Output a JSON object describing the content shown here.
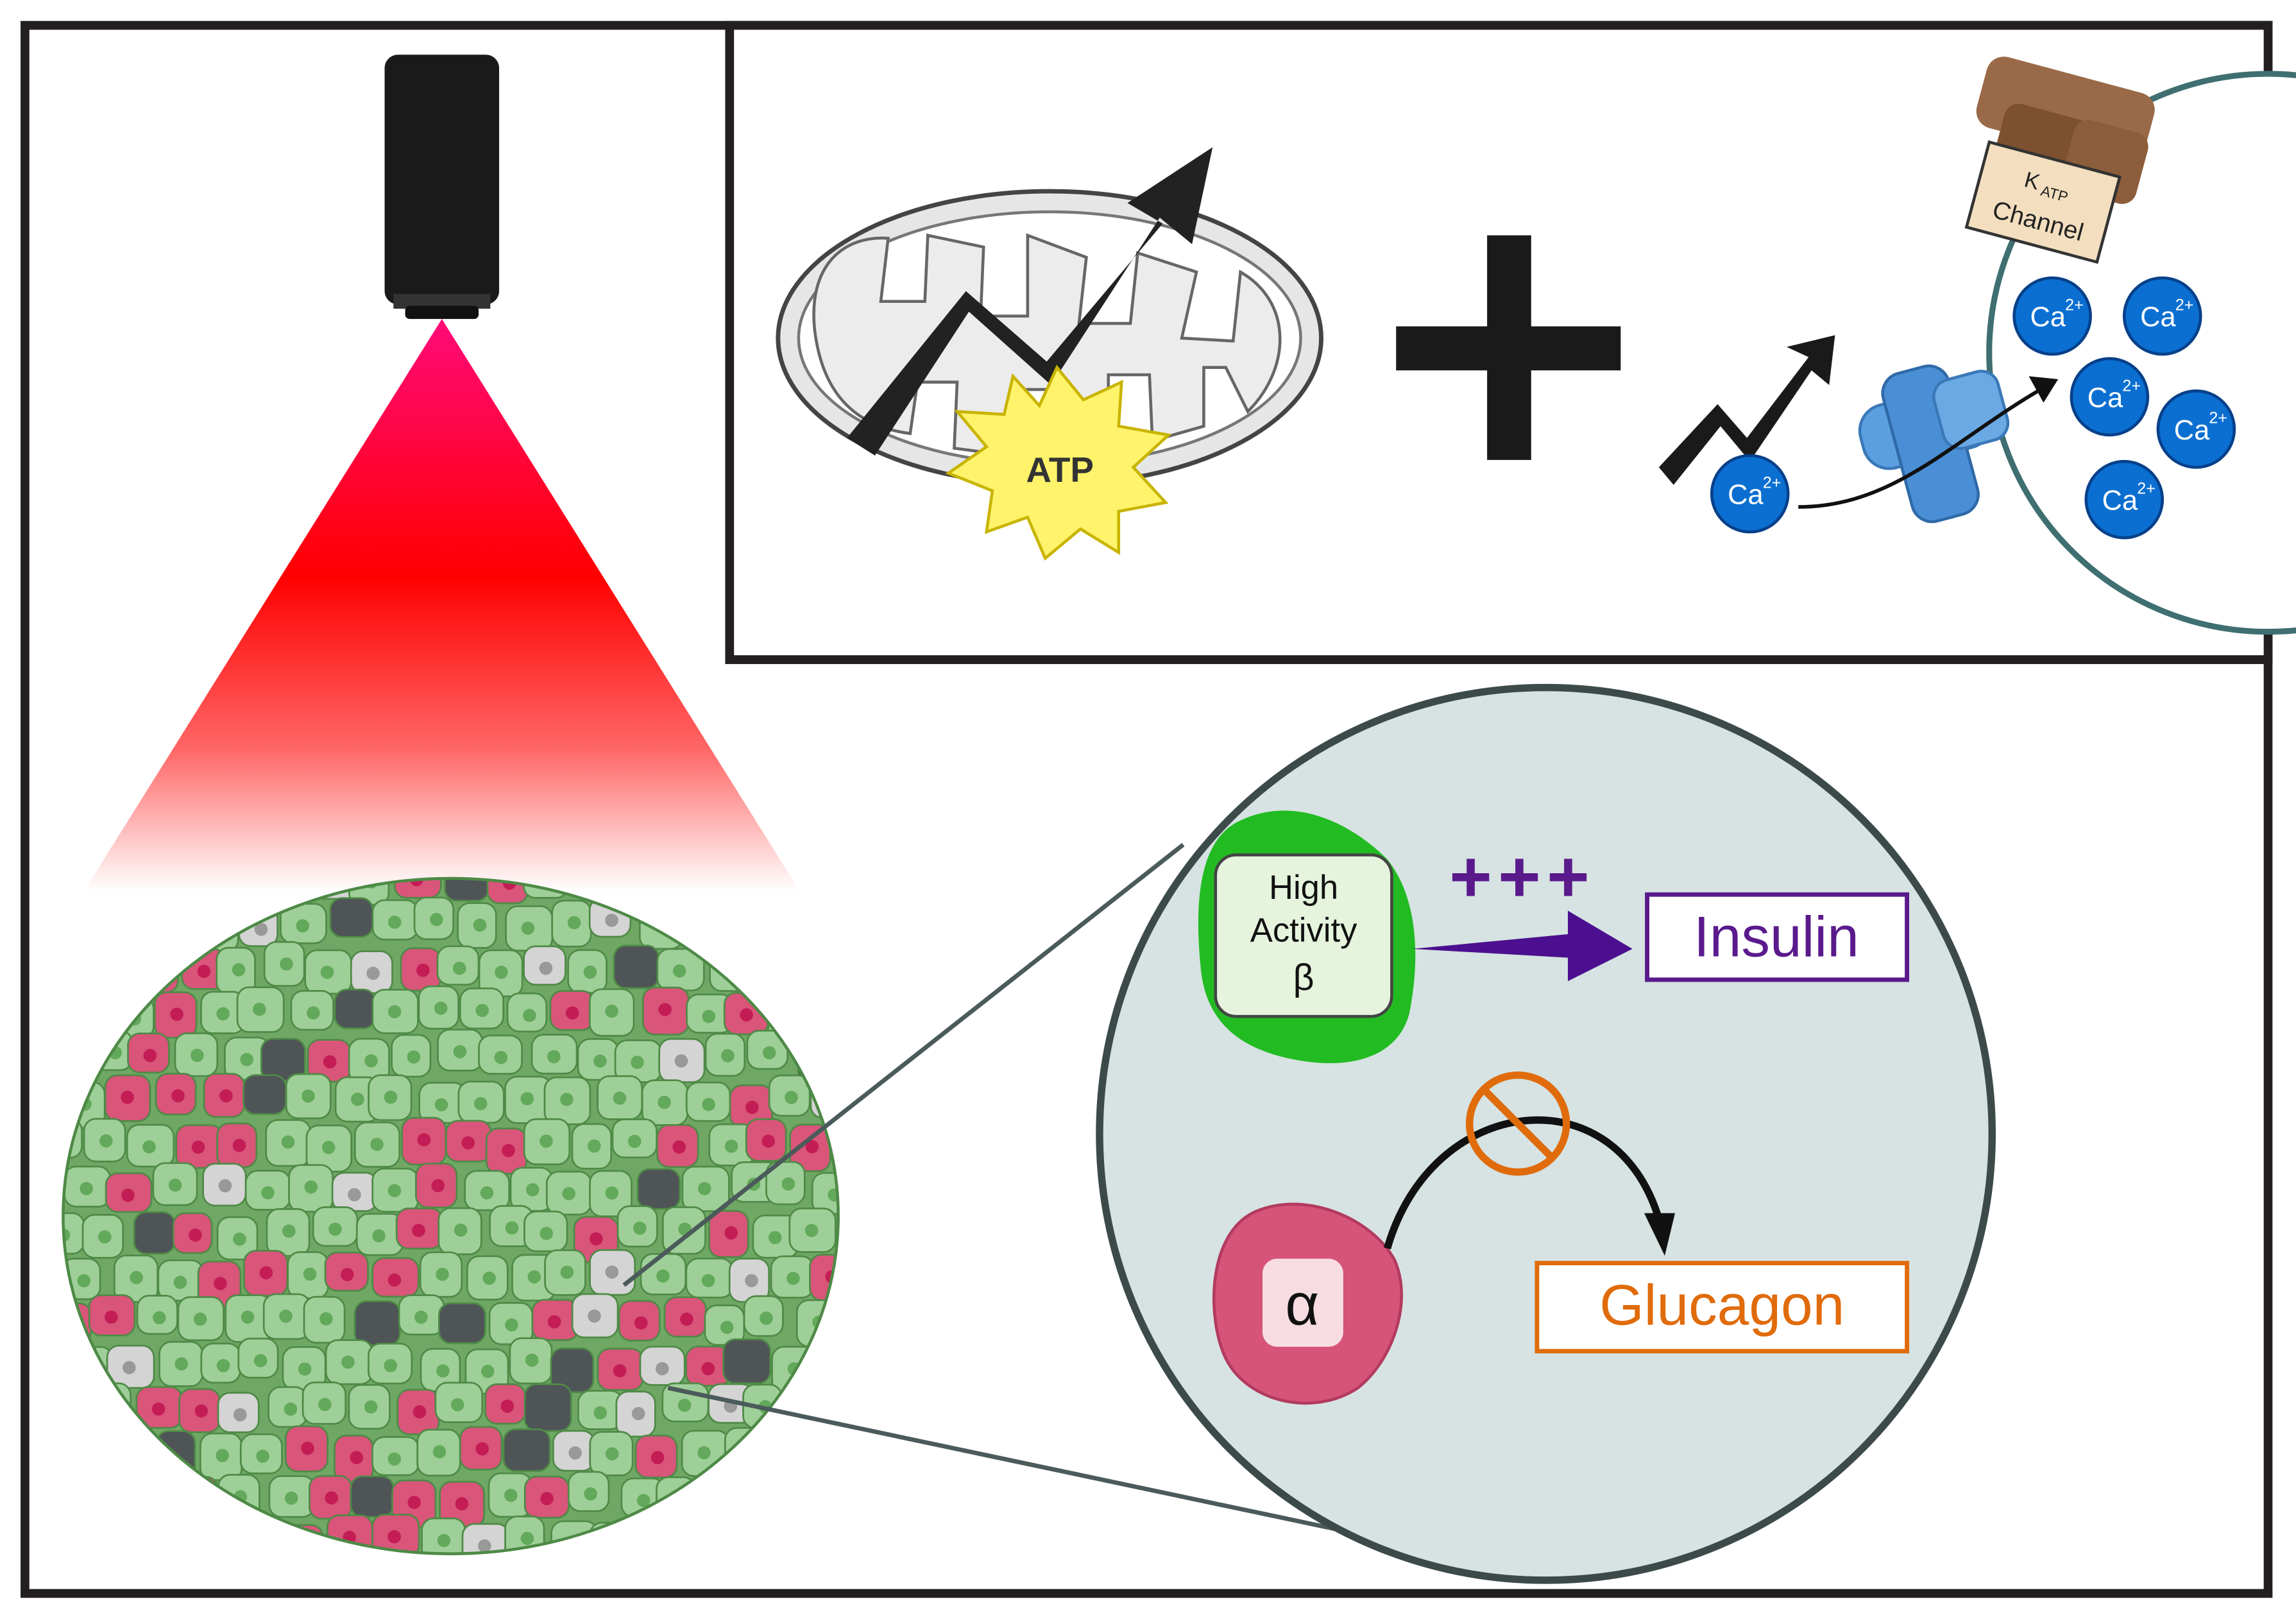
{
  "labels": {
    "atp": "ATP",
    "katp_k": "K",
    "katp_sub": "ATP",
    "katp_channel": "Channel",
    "ca": "Ca",
    "ca_sup": "2+",
    "high_line1": "High",
    "high_line2": "Activity",
    "beta": "β",
    "plus_signs": "+++",
    "insulin": "Insulin",
    "alpha": "α",
    "glucagon": "Glucagon"
  },
  "colors": {
    "frame": "#231f20",
    "beam_top": "#ff0a78",
    "beam_mid": "#ff0000",
    "beta_cell": "#9fcf98",
    "alpha_cell": "#d9557a",
    "delta_cell": "#d4d4d4",
    "dark_cell": "#4f5457",
    "calcium": "#0b6fd1",
    "insulin": "#5a1a8c",
    "glucagon": "#e06b0b",
    "zoom_fill": "#d6e3e2"
  },
  "icons": [
    "microscope-objective-icon",
    "laser-beam-icon",
    "mitochondrion-icon",
    "trend-up-arrow-icon",
    "atp-burst-icon",
    "plus-icon",
    "katp-channel-icon",
    "calcium-channel-icon",
    "no-symbol-icon",
    "islet-icon"
  ]
}
